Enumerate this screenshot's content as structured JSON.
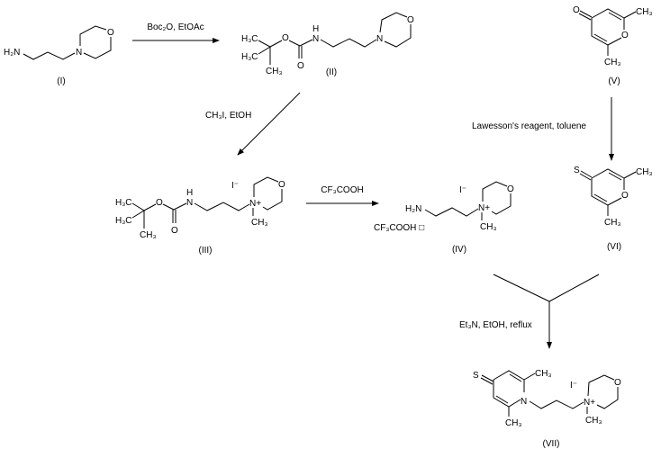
{
  "compounds": {
    "I": {
      "label": "(I)",
      "amine": "H₂N",
      "n": "N",
      "o": "O"
    },
    "II": {
      "label": "(II)",
      "me1": "H₃C",
      "me2": "H₃C",
      "me3": "CH₃",
      "o_ester": "O",
      "o_carbonyl": "O",
      "nh_n": "N",
      "nh_h": "H",
      "n": "N",
      "o": "O"
    },
    "III": {
      "label": "(III)",
      "me1": "H₃C",
      "me2": "H₃C",
      "me3": "CH₃",
      "o_ester": "O",
      "o_carbonyl": "O",
      "nh_n": "N",
      "nh_h": "H",
      "n_plus": "N+",
      "n_methyl": "CH₃",
      "o": "O",
      "iodide": "I⁻"
    },
    "IV": {
      "label": "(IV)",
      "amine": "H₂N",
      "n_plus": "N+",
      "n_methyl": "CH₃",
      "o": "O",
      "iodide": "I⁻",
      "salt": "CF₃COOH □"
    },
    "V": {
      "label": "(V)",
      "o_keto": "O",
      "me_top": "CH₃",
      "me_bottom": "CH₃",
      "o_ring": "O"
    },
    "VI": {
      "label": "(VI)",
      "s": "S",
      "me_top": "CH₃",
      "me_bottom": "CH₃",
      "o_ring": "O"
    },
    "VII": {
      "label": "(VII)",
      "s": "S",
      "me_top": "CH₃",
      "me_bottom": "CH₃",
      "n_ring": "N",
      "n_plus": "N+",
      "n_methyl": "CH₃",
      "o": "O",
      "iodide": "I⁻"
    }
  },
  "reactions": {
    "step1": "Boc₂O, EtOAc",
    "step2": "CH₃I, EtOH",
    "step3": "CF₃COOH",
    "step4": "Lawesson's reagent, toluene",
    "step5": "Et₃N, EtOH, reflux"
  }
}
